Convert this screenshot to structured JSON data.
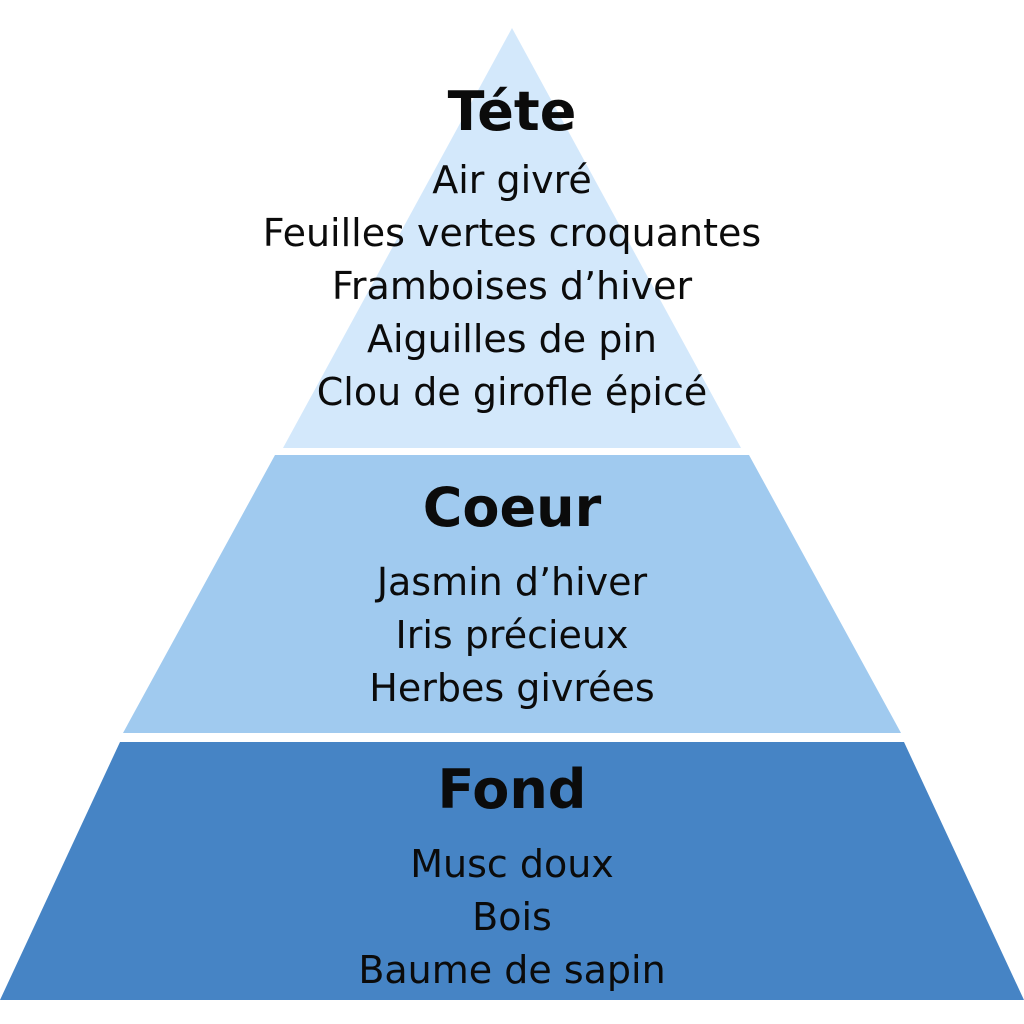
{
  "pyramid": {
    "tiers": [
      {
        "title": "Téte",
        "color": "#d3e8fb",
        "notes": [
          "Air givré",
          "Feuilles vertes croquantes",
          "Framboises d’hiver",
          "Aiguilles de pin",
          "Clou de girofle épicé"
        ]
      },
      {
        "title": "Coeur",
        "color": "#a0caef",
        "notes": [
          "Jasmin d’hiver",
          "Iris précieux",
          "Herbes givrées"
        ]
      },
      {
        "title": "Fond",
        "color": "#4684c5",
        "notes": [
          "Musc doux",
          "Bois",
          "Baume de sapin"
        ]
      }
    ]
  }
}
